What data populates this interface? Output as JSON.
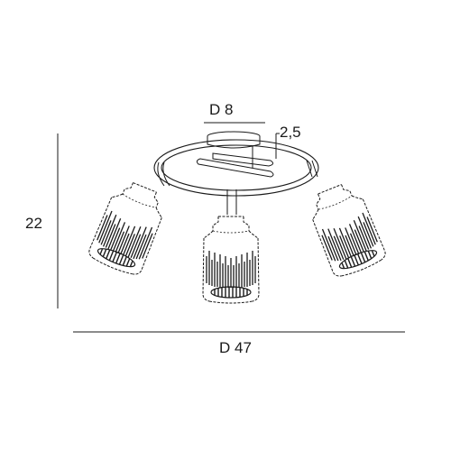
{
  "dimensions": {
    "top_diameter": "D 8",
    "offset": "2,5",
    "height": "22",
    "overall_diameter": "D 47"
  },
  "colors": {
    "line": "#1a1a1a",
    "background": "#ffffff"
  }
}
